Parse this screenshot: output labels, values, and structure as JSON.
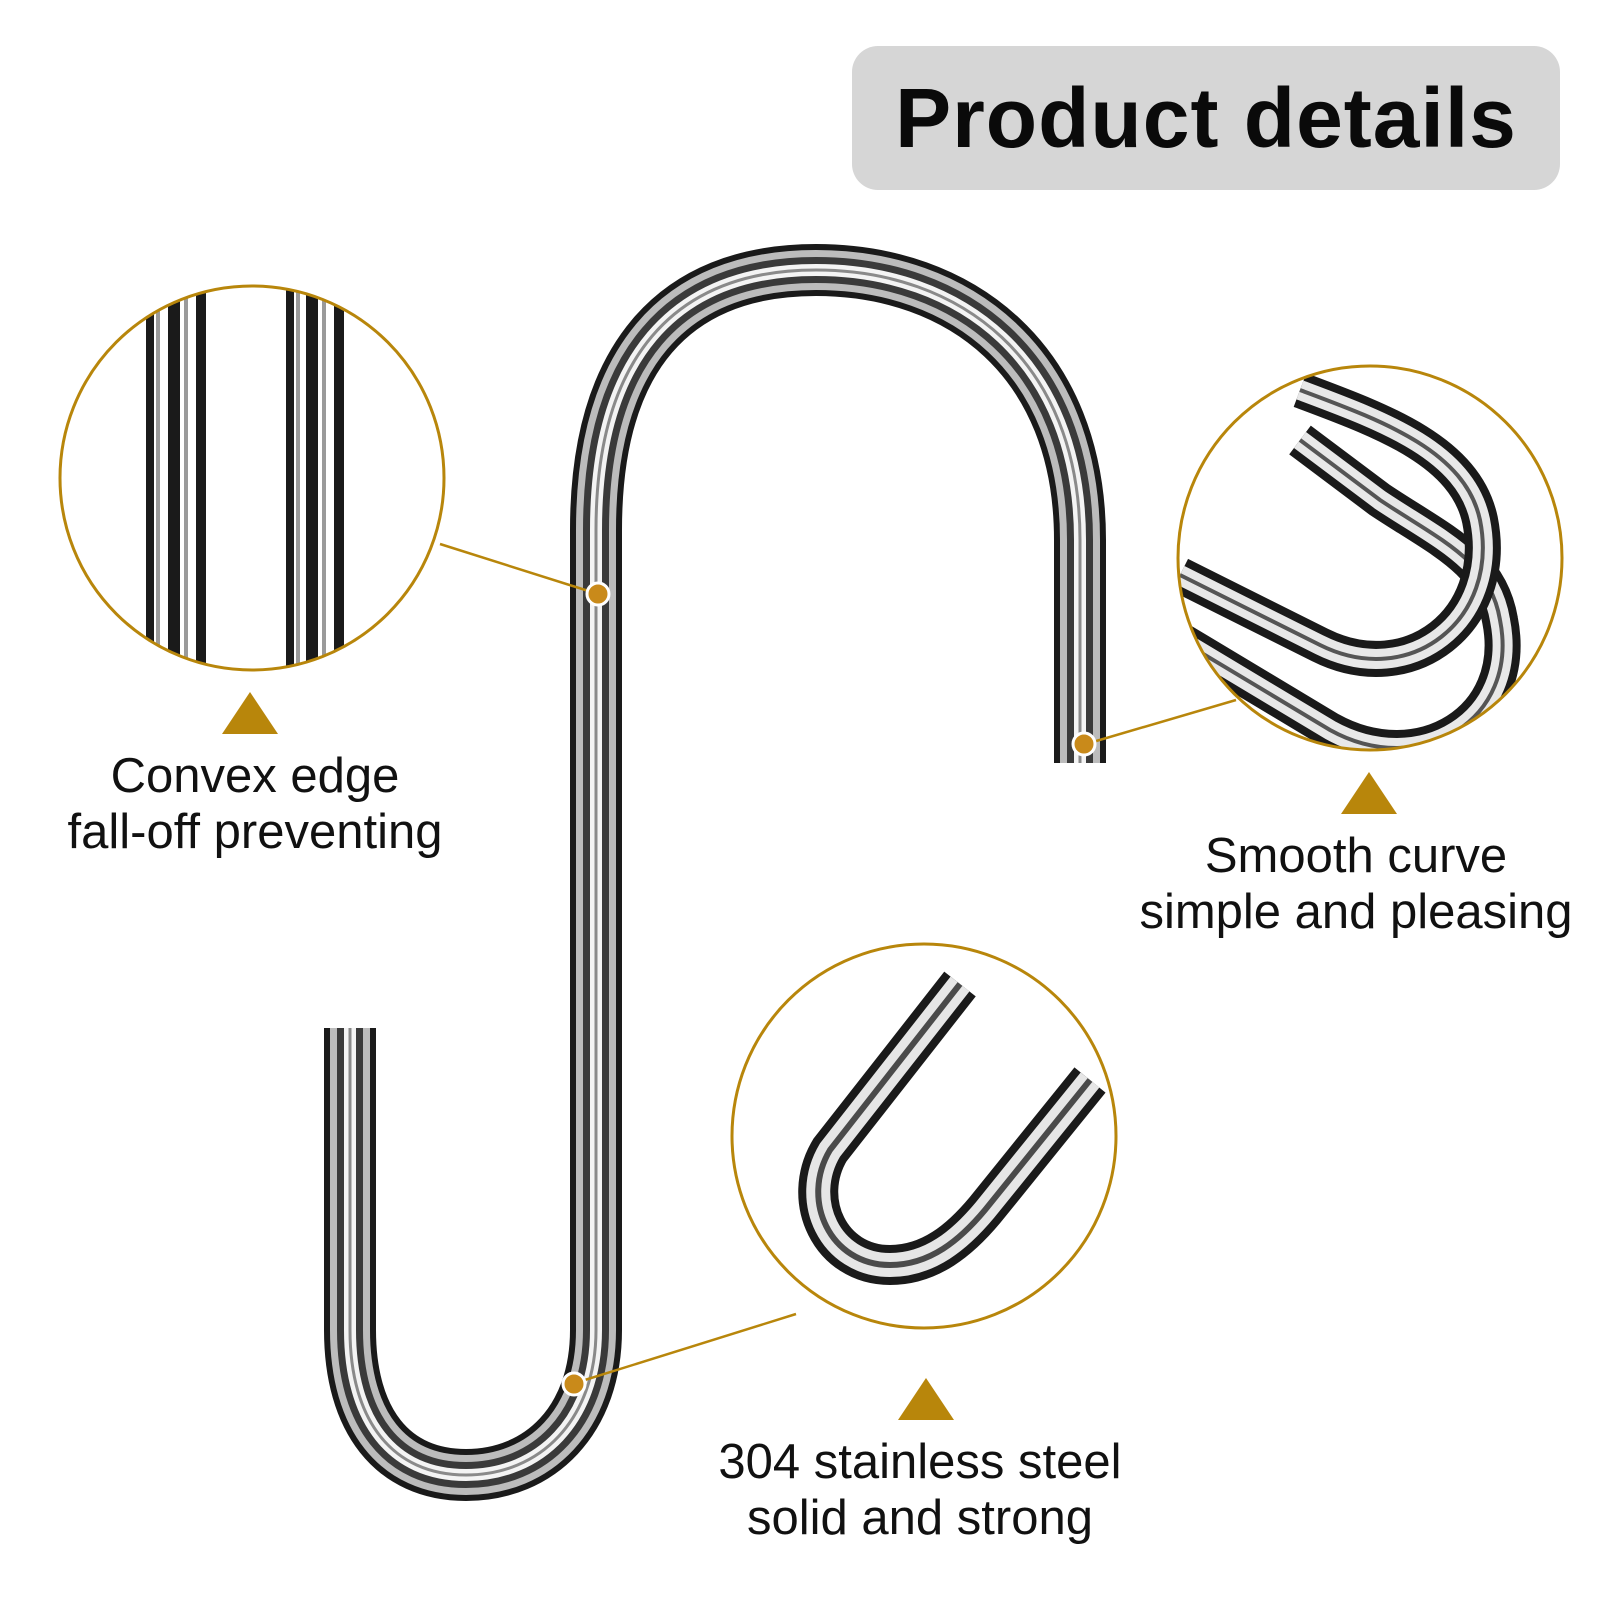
{
  "header": {
    "title": "Product details"
  },
  "colors": {
    "accent": "#b8860b",
    "badge_background": "#d6d6d6",
    "steel_dark": "#222222",
    "steel_light": "#f2f2f2"
  },
  "callouts": [
    {
      "id": "convex-edge",
      "icon": "triangle-up-icon",
      "lines": [
        "Convex edge",
        "fall-off preventing"
      ]
    },
    {
      "id": "smooth-curve",
      "icon": "triangle-up-icon",
      "lines": [
        "Smooth curve",
        "simple and pleasing"
      ]
    },
    {
      "id": "stainless-steel",
      "icon": "triangle-up-icon",
      "lines": [
        "304 stainless steel",
        "solid and strong"
      ]
    }
  ]
}
